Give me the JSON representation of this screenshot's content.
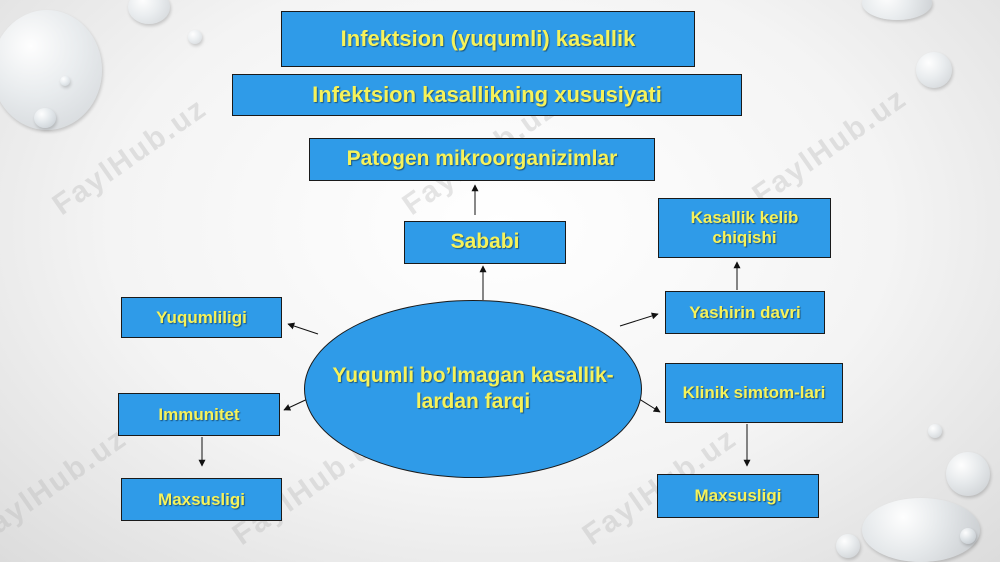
{
  "watermark": "FaylHub.uz",
  "title": "Infektsion (yuqumli) kasallik",
  "subtitle": "Infektsion kasallikning xususiyati",
  "center": "Yuqumli bo’lmagan kasallik-lardan farqi",
  "nodes": {
    "pathogen": "Patogen mikroorganizimlar",
    "cause": "Sababi",
    "onset": "Kasallik kelib chiqishi",
    "latent": "Yashirin davri",
    "clinical": "Klinik simtom-lari",
    "specific_right": "Maxsusligi",
    "contagious": "Yuqumliligi",
    "immunity": "Immunitet",
    "specific_left": "Maxsusligi"
  },
  "colors": {
    "box_fill": "#2f9be8",
    "text": "#f6f25a",
    "border": "#1a1a1a"
  }
}
